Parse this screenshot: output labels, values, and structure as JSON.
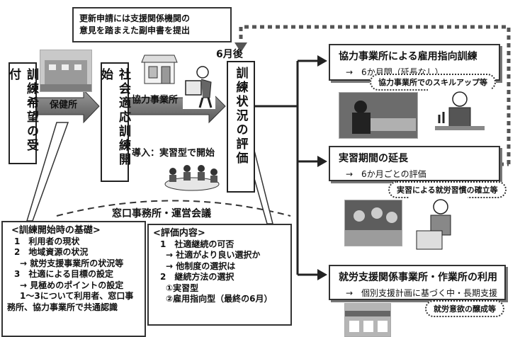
{
  "steps": {
    "reception": "訓練希望の受付",
    "start_training": "社会適応訓練開始",
    "evaluation": "訓練状況の評価"
  },
  "labels": {
    "health_center": "保健所",
    "partner_office": "協力事業所",
    "introduction": "導入：実習型で開始",
    "six_months_later": "6月後",
    "meeting": "窓口事務所・運営会議"
  },
  "callout_top": {
    "line1": "更新申請には支援関係機関の",
    "line2": "意見を踏まえた副申書を提出"
  },
  "outcomes": [
    {
      "title": "協力事業所による雇用指向訓練",
      "sub": "→　6か月間（延長なし）",
      "tag": "協力事業所でのスキルアップ等"
    },
    {
      "title": "実習期間の延長",
      "sub": "→　6か月ごとの評価",
      "tag": "実習による就労習慣の確立等"
    },
    {
      "title": "就労支援関係事業所・作業所の利用",
      "sub": "→　個別支援計画に基づく中・長期支援",
      "tag": "就労意欲の醸成等"
    }
  ],
  "basics": {
    "heading": "<訓練開始時の基礎>",
    "l1": "1　利用者の現状",
    "l2": "2　地域資源の状況",
    "l3": "→ 就労支援事業所の状況等",
    "l4": "3　社適による目標の設定",
    "l5": "→ 見極めのポイントの設定",
    "l6": "1～3について利用者、窓口事",
    "l7": "務所、協力事業所で共通認識"
  },
  "evaluation_content": {
    "heading": "<評価内容>",
    "l1": "1　社適継続の可否",
    "l2": "→ 社適がより良い選択か",
    "l3": "→ 他制度の選択は",
    "l4": "2　継続方法の選択",
    "l5": "①実習型",
    "l6": "②雇用指向型（最終の6月）"
  },
  "colors": {
    "arrow": "#6f6f6f",
    "line": "#333333",
    "dotted": "#555555"
  }
}
